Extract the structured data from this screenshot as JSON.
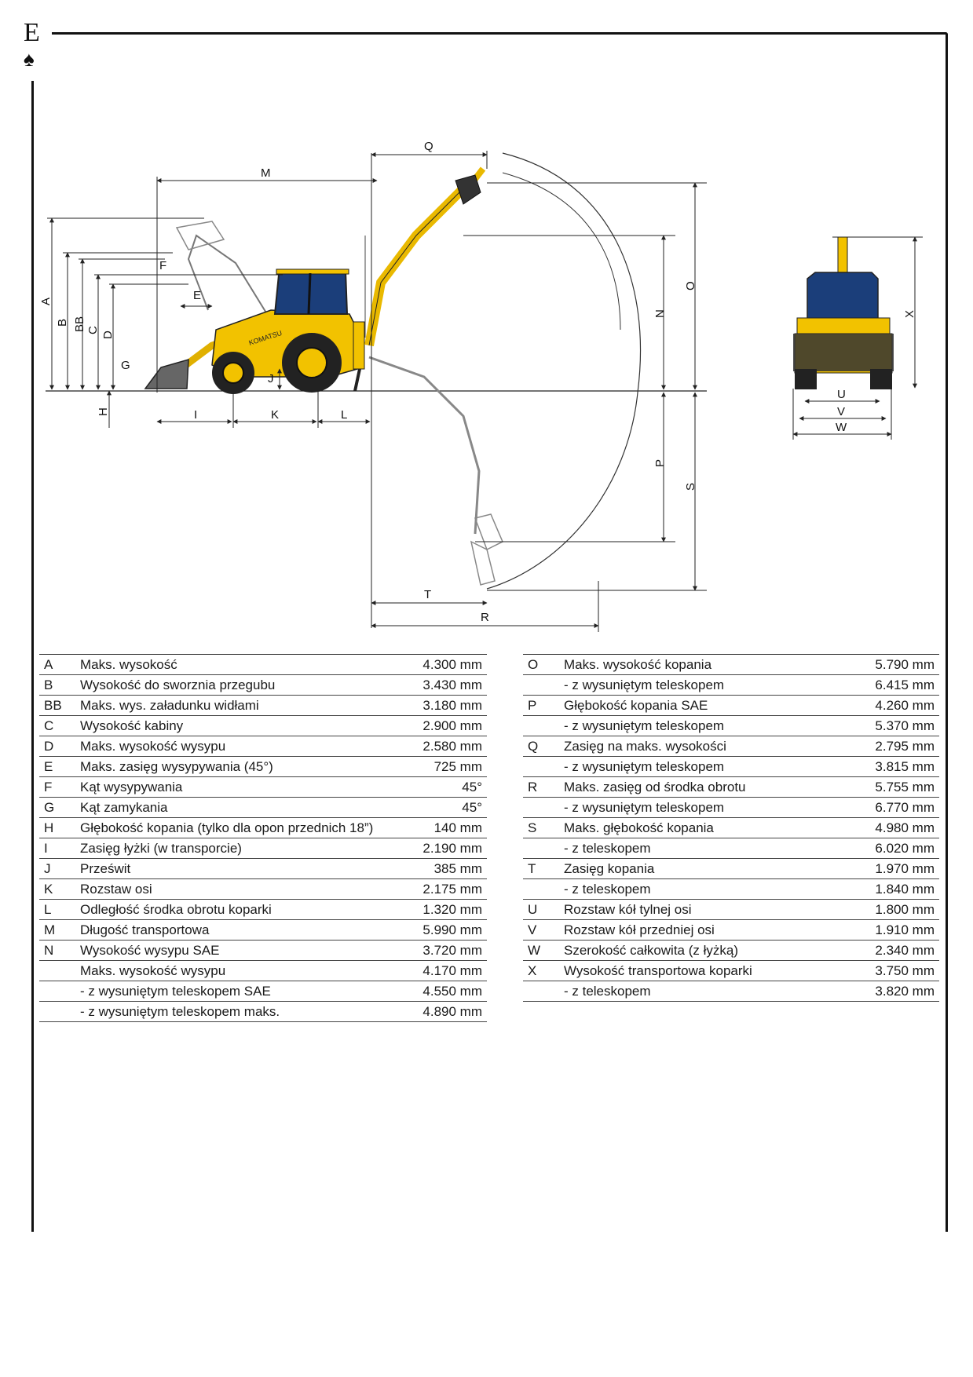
{
  "section_letter": "E",
  "section_icon": "spade-icon",
  "diagram": {
    "dimension_labels": [
      "A",
      "B",
      "BB",
      "C",
      "D",
      "E",
      "F",
      "G",
      "H",
      "I",
      "J",
      "K",
      "L",
      "M",
      "N",
      "O",
      "P",
      "Q",
      "R",
      "S",
      "T",
      "U",
      "V",
      "W",
      "X"
    ]
  },
  "colors": {
    "machine_body": "#f2c200",
    "frame": "#111111"
  },
  "specs_left": [
    {
      "code": "A",
      "label": "Maks. wysokość",
      "value": "4.300 mm"
    },
    {
      "code": "B",
      "label": "Wysokość do sworznia przegubu",
      "value": "3.430 mm"
    },
    {
      "code": "BB",
      "label": "Maks. wys. załadunku widłami",
      "value": "3.180 mm"
    },
    {
      "code": "C",
      "label": "Wysokość kabiny",
      "value": "2.900 mm"
    },
    {
      "code": "D",
      "label": "Maks. wysokość wysypu",
      "value": "2.580 mm"
    },
    {
      "code": "E",
      "label": "Maks. zasięg wysypywania (45°)",
      "value": "725 mm"
    },
    {
      "code": "F",
      "label": "Kąt wysypywania",
      "value": "45°"
    },
    {
      "code": "G",
      "label": "Kąt zamykania",
      "value": "45°"
    },
    {
      "code": "H",
      "label": "Głębokość kopania (tylko dla opon przednich 18”)",
      "value": "140 mm"
    },
    {
      "code": "I",
      "label": "Zasięg łyżki (w transporcie)",
      "value": "2.190 mm"
    },
    {
      "code": "J",
      "label": "Prześwit",
      "value": "385 mm"
    },
    {
      "code": "K",
      "label": "Rozstaw osi",
      "value": "2.175 mm"
    },
    {
      "code": "L",
      "label": "Odległość środka obrotu koparki",
      "value": "1.320 mm"
    },
    {
      "code": "M",
      "label": "Długość transportowa",
      "value": "5.990 mm"
    },
    {
      "code": "N",
      "label": "Wysokość wysypu SAE",
      "value": "3.720 mm"
    },
    {
      "code": "",
      "label": "Maks. wysokość wysypu",
      "value": "4.170 mm"
    },
    {
      "code": "",
      "label": "- z wysuniętym teleskopem SAE",
      "value": "4.550 mm"
    },
    {
      "code": "",
      "label": "- z wysuniętym teleskopem maks.",
      "value": "4.890 mm"
    }
  ],
  "specs_right": [
    {
      "code": "O",
      "label": "Maks. wysokość kopania",
      "value": "5.790 mm"
    },
    {
      "code": "",
      "label": "- z wysuniętym teleskopem",
      "value": "6.415 mm"
    },
    {
      "code": "P",
      "label": "Głębokość kopania SAE",
      "value": "4.260 mm"
    },
    {
      "code": "",
      "label": "- z wysuniętym teleskopem",
      "value": "5.370 mm"
    },
    {
      "code": "Q",
      "label": "Zasięg na maks. wysokości",
      "value": "2.795 mm"
    },
    {
      "code": "",
      "label": "- z wysuniętym teleskopem",
      "value": "3.815 mm"
    },
    {
      "code": "R",
      "label": "Maks. zasięg od środka obrotu",
      "value": "5.755 mm"
    },
    {
      "code": "",
      "label": "- z wysuniętym teleskopem",
      "value": "6.770 mm"
    },
    {
      "code": "S",
      "label": "Maks. głębokość kopania",
      "value": "4.980 mm"
    },
    {
      "code": "",
      "label": "- z teleskopem",
      "value": "6.020 mm"
    },
    {
      "code": "T",
      "label": "Zasięg kopania",
      "value": "1.970 mm"
    },
    {
      "code": "",
      "label": "- z teleskopem",
      "value": "1.840 mm"
    },
    {
      "code": "U",
      "label": "Rozstaw kół tylnej osi",
      "value": "1.800 mm"
    },
    {
      "code": "V",
      "label": "Rozstaw kół przedniej osi",
      "value": "1.910 mm"
    },
    {
      "code": "W",
      "label": "Szerokość całkowita (z łyżką)",
      "value": "2.340 mm"
    },
    {
      "code": "X",
      "label": "Wysokość transportowa koparki",
      "value": "3.750 mm"
    },
    {
      "code": "",
      "label": "- z teleskopem",
      "value": "3.820 mm"
    }
  ]
}
